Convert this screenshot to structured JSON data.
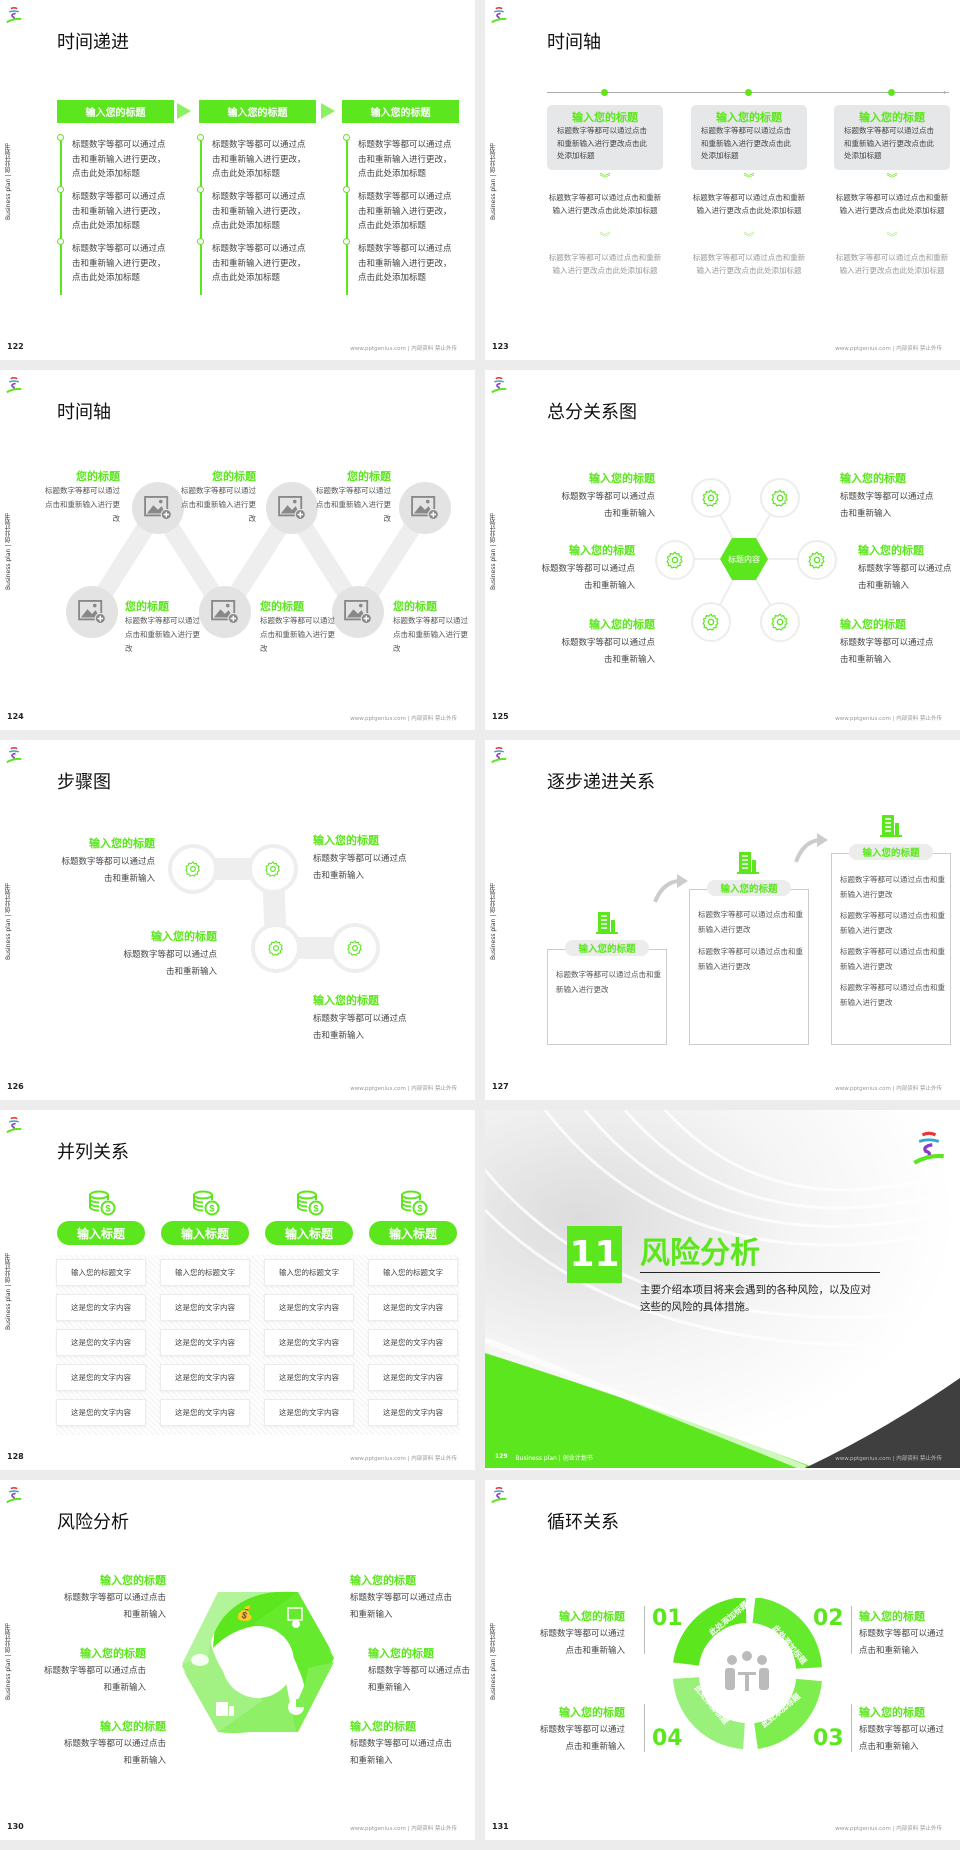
{
  "common": {
    "side_label": "Business plan | 创业计划书",
    "footer": "www.pptgenius.com | 内部资料 禁止外传",
    "accent_color": "#5ce61e"
  },
  "slides": {
    "s122": {
      "page": "122",
      "title": "时间递进",
      "columns": [
        {
          "header": "输入您的标题",
          "items": [
            "标题数字等都可以通过点击和重新输入进行更改，点击此处添加标题",
            "标题数字等都可以通过点击和重新输入进行更改，点击此处添加标题",
            "标题数字等都可以通过点击和重新输入进行更改，点击此处添加标题"
          ]
        },
        {
          "header": "输入您的标题",
          "items": [
            "标题数字等都可以通过点击和重新输入进行更改，点击此处添加标题",
            "标题数字等都可以通过点击和重新输入进行更改，点击此处添加标题",
            "标题数字等都可以通过点击和重新输入进行更改，点击此处添加标题"
          ]
        },
        {
          "header": "输入您的标题",
          "items": [
            "标题数字等都可以通过点击和重新输入进行更改，点击此处添加标题",
            "标题数字等都可以通过点击和重新输入进行更改，点击此处添加标题",
            "标题数字等都可以通过点击和重新输入进行更改，点击此处添加标题"
          ]
        }
      ]
    },
    "s123": {
      "page": "123",
      "title": "时间轴",
      "columns": [
        {
          "header": "输入您的标题",
          "box_text": "标题数字等都可以通过点击和重新输入进行更改点击此处添加标题",
          "mid_text": "标题数字等都可以通过点击和重新输入进行更改点击此处添加标题",
          "low_text": "标题数字等都可以通过点击和重新输入进行更改点击此处添加标题"
        },
        {
          "header": "输入您的标题",
          "box_text": "标题数字等都可以通过点击和重新输入进行更改点击此处添加标题",
          "mid_text": "标题数字等都可以通过点击和重新输入进行更改点击此处添加标题",
          "low_text": "标题数字等都可以通过点击和重新输入进行更改点击此处添加标题"
        },
        {
          "header": "输入您的标题",
          "box_text": "标题数字等都可以通过点击和重新输入进行更改点击此处添加标题",
          "mid_text": "标题数字等都可以通过点击和重新输入进行更改点击此处添加标题",
          "low_text": "标题数字等都可以通过点击和重新输入进行更改点击此处添加标题"
        }
      ]
    },
    "s124": {
      "page": "124",
      "title": "时间轴",
      "items": [
        {
          "heading": "您的标题",
          "text": "标题数字等都可以通过点击和重新输入进行更改"
        },
        {
          "heading": "您的标题",
          "text": "标题数字等都可以通过点击和重新输入进行更改"
        },
        {
          "heading": "您的标题",
          "text": "标题数字等都可以通过点击和重新输入进行更改"
        },
        {
          "heading": "您的标题",
          "text": "标题数字等都可以通过点击和重新输入进行更改"
        },
        {
          "heading": "您的标题",
          "text": "标题数字等都可以通过点击和重新输入进行更改"
        },
        {
          "heading": "您的标题",
          "text": "标题数字等都可以通过点击和重新输入进行更改"
        }
      ]
    },
    "s125": {
      "page": "125",
      "title": "总分关系图",
      "center": "标题内容",
      "items": [
        {
          "heading": "输入您的标题",
          "text": "标题数字等都可以通过点击和重新输入"
        },
        {
          "heading": "输入您的标题",
          "text": "标题数字等都可以通过点击和重新输入"
        },
        {
          "heading": "输入您的标题",
          "text": "标题数字等都可以通过点击和重新输入"
        },
        {
          "heading": "输入您的标题",
          "text": "标题数字等都可以通过点击和重新输入"
        },
        {
          "heading": "输入您的标题",
          "text": "标题数字等都可以通过点击和重新输入"
        },
        {
          "heading": "输入您的标题",
          "text": "标题数字等都可以通过点击和重新输入"
        }
      ]
    },
    "s126": {
      "page": "126",
      "title": "步骤图",
      "items": [
        {
          "heading": "输入您的标题",
          "text": "标题数字等都可以通过点击和重新输入"
        },
        {
          "heading": "输入您的标题",
          "text": "标题数字等都可以通过点击和重新输入"
        },
        {
          "heading": "输入您的标题",
          "text": "标题数字等都可以通过点击和重新输入"
        },
        {
          "heading": "输入您的标题",
          "text": "标题数字等都可以通过点击和重新输入"
        }
      ]
    },
    "s127": {
      "page": "127",
      "title": "逐步递进关系",
      "steps": [
        {
          "heading": "输入您的标题",
          "texts": [
            "标题数字等都可以通过点击和重新输入进行更改"
          ]
        },
        {
          "heading": "输入您的标题",
          "texts": [
            "标题数字等都可以通过点击和重新输入进行更改",
            "标题数字等都可以通过点击和重新输入进行更改"
          ]
        },
        {
          "heading": "输入您的标题",
          "texts": [
            "标题数字等都可以通过点击和重新输入进行更改",
            "标题数字等都可以通过点击和重新输入进行更改",
            "标题数字等都可以通过点击和重新输入进行更改",
            "标题数字等都可以通过点击和重新输入进行更改"
          ]
        }
      ]
    },
    "s128": {
      "page": "128",
      "title": "并列关系",
      "columns": [
        {
          "header": "输入标题",
          "cells": [
            "输入您的标题文字",
            "这是您的文字内容",
            "这是您的文字内容",
            "这是您的文字内容",
            "这是您的文字内容"
          ]
        },
        {
          "header": "输入标题",
          "cells": [
            "输入您的标题文字",
            "这是您的文字内容",
            "这是您的文字内容",
            "这是您的文字内容",
            "这是您的文字内容"
          ]
        },
        {
          "header": "输入标题",
          "cells": [
            "输入您的标题文字",
            "这是您的文字内容",
            "这是您的文字内容",
            "这是您的文字内容",
            "这是您的文字内容"
          ]
        },
        {
          "header": "输入标题",
          "cells": [
            "输入您的标题文字",
            "这是您的文字内容",
            "这是您的文字内容",
            "这是您的文字内容",
            "这是您的文字内容"
          ]
        }
      ]
    },
    "s129": {
      "page": "129",
      "section_number": "11",
      "section_title": "风险分析",
      "description": "主要介绍本项目将来会遇到的各种风险，以及应对这些的风险的具体措施。",
      "footer_left": "Business plan | 创业计划书"
    },
    "s130": {
      "page": "130",
      "title": "风险分析",
      "items": [
        {
          "heading": "输入您的标题",
          "text": "标题数字等都可以通过点击和重新输入"
        },
        {
          "heading": "输入您的标题",
          "text": "标题数字等都可以通过点击和重新输入"
        },
        {
          "heading": "输入您的标题",
          "text": "标题数字等都可以通过点击和重新输入"
        },
        {
          "heading": "输入您的标题",
          "text": "标题数字等都可以通过点击和重新输入"
        },
        {
          "heading": "输入您的标题",
          "text": "标题数字等都可以通过点击和重新输入"
        },
        {
          "heading": "输入您的标题",
          "text": "标题数字等都可以通过点击和重新输入"
        }
      ]
    },
    "s131": {
      "page": "131",
      "title": "循环关系",
      "ring_label": "此处添加标题",
      "items": [
        {
          "num": "01",
          "heading": "输入您的标题",
          "text": "标题数字等都可以通过点击和重新输入"
        },
        {
          "num": "02",
          "heading": "输入您的标题",
          "text": "标题数字等都可以通过点击和重新输入"
        },
        {
          "num": "03",
          "heading": "输入您的标题",
          "text": "标题数字等都可以通过点击和重新输入"
        },
        {
          "num": "04",
          "heading": "输入您的标题",
          "text": "标题数字等都可以通过点击和重新输入"
        }
      ]
    }
  }
}
